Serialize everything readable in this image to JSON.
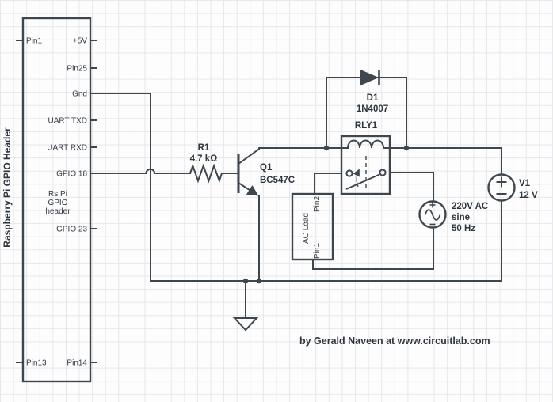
{
  "canvas": {
    "background_color": "#fdfdfe",
    "grid_color": "#e7e7ea",
    "wire_color": "#3e464e",
    "text_color": "#333a41"
  },
  "header": {
    "vertical_label": "Raspberry Pi GPIO Header",
    "inner_label": {
      "line1": "Rs Pi",
      "line2": "GPIO",
      "line3": "header"
    },
    "pins": {
      "pin1": "Pin1",
      "p5v": "+5V",
      "pin25": "Pin25",
      "gnd": "Gnd",
      "uart_txd": "UART TXD",
      "uart_rxd": "UART RXD",
      "gpio18": "GPIO 18",
      "gpio23": "GPIO 23",
      "pin13": "Pin13",
      "pin14": "Pin14"
    }
  },
  "components": {
    "r1": {
      "name": "R1",
      "value": "4.7 kΩ"
    },
    "q1": {
      "name": "Q1",
      "value": "BC547C"
    },
    "d1": {
      "name": "D1",
      "value": "1N4007"
    },
    "rly1": {
      "name": "RLY1"
    },
    "ac_load": {
      "label": "AC Load",
      "pin1": "Pin1",
      "pin2": "Pin2"
    },
    "ac_source": {
      "line1": "220V AC",
      "line2": "sine",
      "line3": "50 Hz"
    },
    "v1": {
      "name": "V1",
      "value": "12 V"
    }
  },
  "attribution": "by Gerald Naveen at www.circuitlab.com"
}
